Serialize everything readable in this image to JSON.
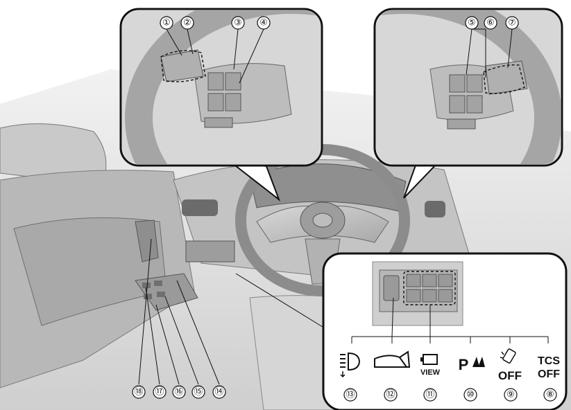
{
  "callouts": {
    "c1": "①",
    "c2": "②",
    "c3": "③",
    "c4": "④",
    "c5": "⑤",
    "c6": "⑥",
    "c7": "⑦",
    "c8": "⑧",
    "c9": "⑨",
    "c10": "⑩",
    "c11": "⑪",
    "c12": "⑫",
    "c13": "⑬",
    "c14": "⑭",
    "c15": "⑮",
    "c16": "⑯",
    "c17": "⑰",
    "c18": "⑱"
  },
  "icons": {
    "tcs_off_line1": "TCS",
    "tcs_off_line2": "OFF",
    "sensor_off": "OFF",
    "view": "VIEW",
    "parking": "P"
  }
}
